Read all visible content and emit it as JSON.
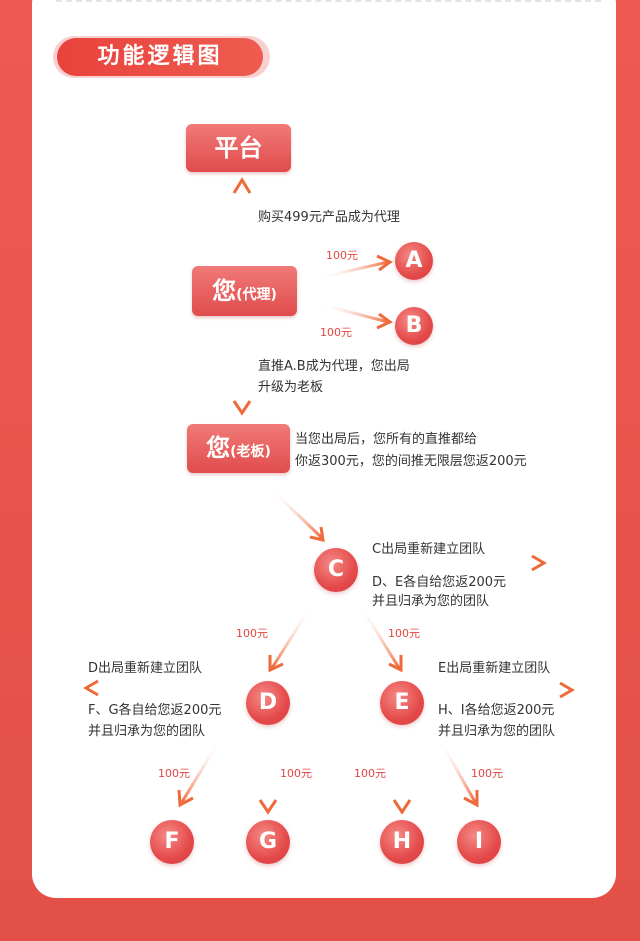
{
  "header": {
    "title": "功能逻辑图"
  },
  "nodes": {
    "platform": "平台",
    "you_agent_main": "您",
    "you_agent_tag": "(代理)",
    "you_boss_main": "您",
    "you_boss_tag": "(老板)",
    "a": "A",
    "b": "B",
    "c": "C",
    "d": "D",
    "e": "E",
    "f": "F",
    "g": "G",
    "h": "H",
    "i": "I"
  },
  "texts": {
    "buy": "购买499元产品成为代理",
    "promote_1": "直推A.B成为代理，您出局",
    "promote_2": "升级为老板",
    "boss_1": "当您出局后，您所有的直推都给",
    "boss_2": "你返300元，您的间推无限层您返200元",
    "c_out": "C出局重新建立团队",
    "c_gift_1": "D、E各自给您返200元",
    "c_gift_2": "并且归承为您的团队",
    "d_out": "D出局重新建立团队",
    "d_gift_1": "F、G各自给您返200元",
    "d_gift_2": "并且归承为您的团队",
    "e_out": "E出局重新建立团队",
    "e_gift_1": "H、I各给您返200元",
    "e_gift_2": "并且归承为您的团队"
  },
  "amounts": {
    "to_a": "100元",
    "to_b": "100元",
    "to_d": "100元",
    "to_e": "100元",
    "to_f": "100元",
    "to_g": "100元",
    "to_h": "100元",
    "to_i": "100元"
  },
  "colors": {
    "accent": "#e8443f",
    "arrow": "#ef6a3a",
    "background": "#ee5a52"
  }
}
